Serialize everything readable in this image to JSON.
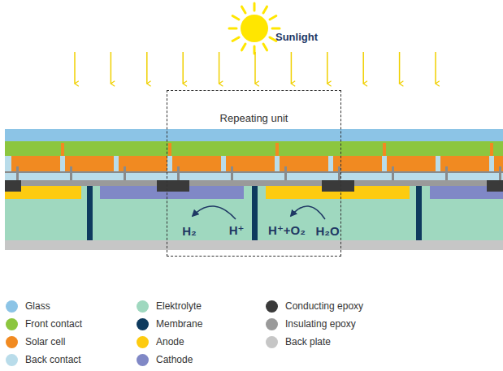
{
  "diagram": {
    "nodes": [
      {
        "text": [
          "Repeating unit"
        ]
      }
    ],
    "labels": [
      "Sunlight",
      "H₂",
      "H⁺",
      "H⁺+O₂",
      "H₂O"
    ],
    "legend": [
      {
        "text": "Glass",
        "color": "#8cc4e6"
      },
      {
        "text": "Front contact",
        "color": "#8cc63f"
      },
      {
        "text": "Solar cell",
        "color": "#f18a21"
      },
      {
        "text": "Back contact",
        "color": "#b9dcea"
      },
      {
        "text": "Elektrolyte",
        "color": "#9fd8bf"
      },
      {
        "text": "Membrane",
        "color": "#0e3a5e"
      },
      {
        "text": "Anode",
        "color": "#fdcb10"
      },
      {
        "text": "Cathode",
        "color": "#8088c6"
      },
      {
        "text": "Conducting epoxy",
        "color": "#3a3a3a"
      },
      {
        "text": "Insulating epoxy",
        "color": "#9a9a9a"
      },
      {
        "text": "Back plate",
        "color": "#c6c6c6"
      }
    ]
  }
}
